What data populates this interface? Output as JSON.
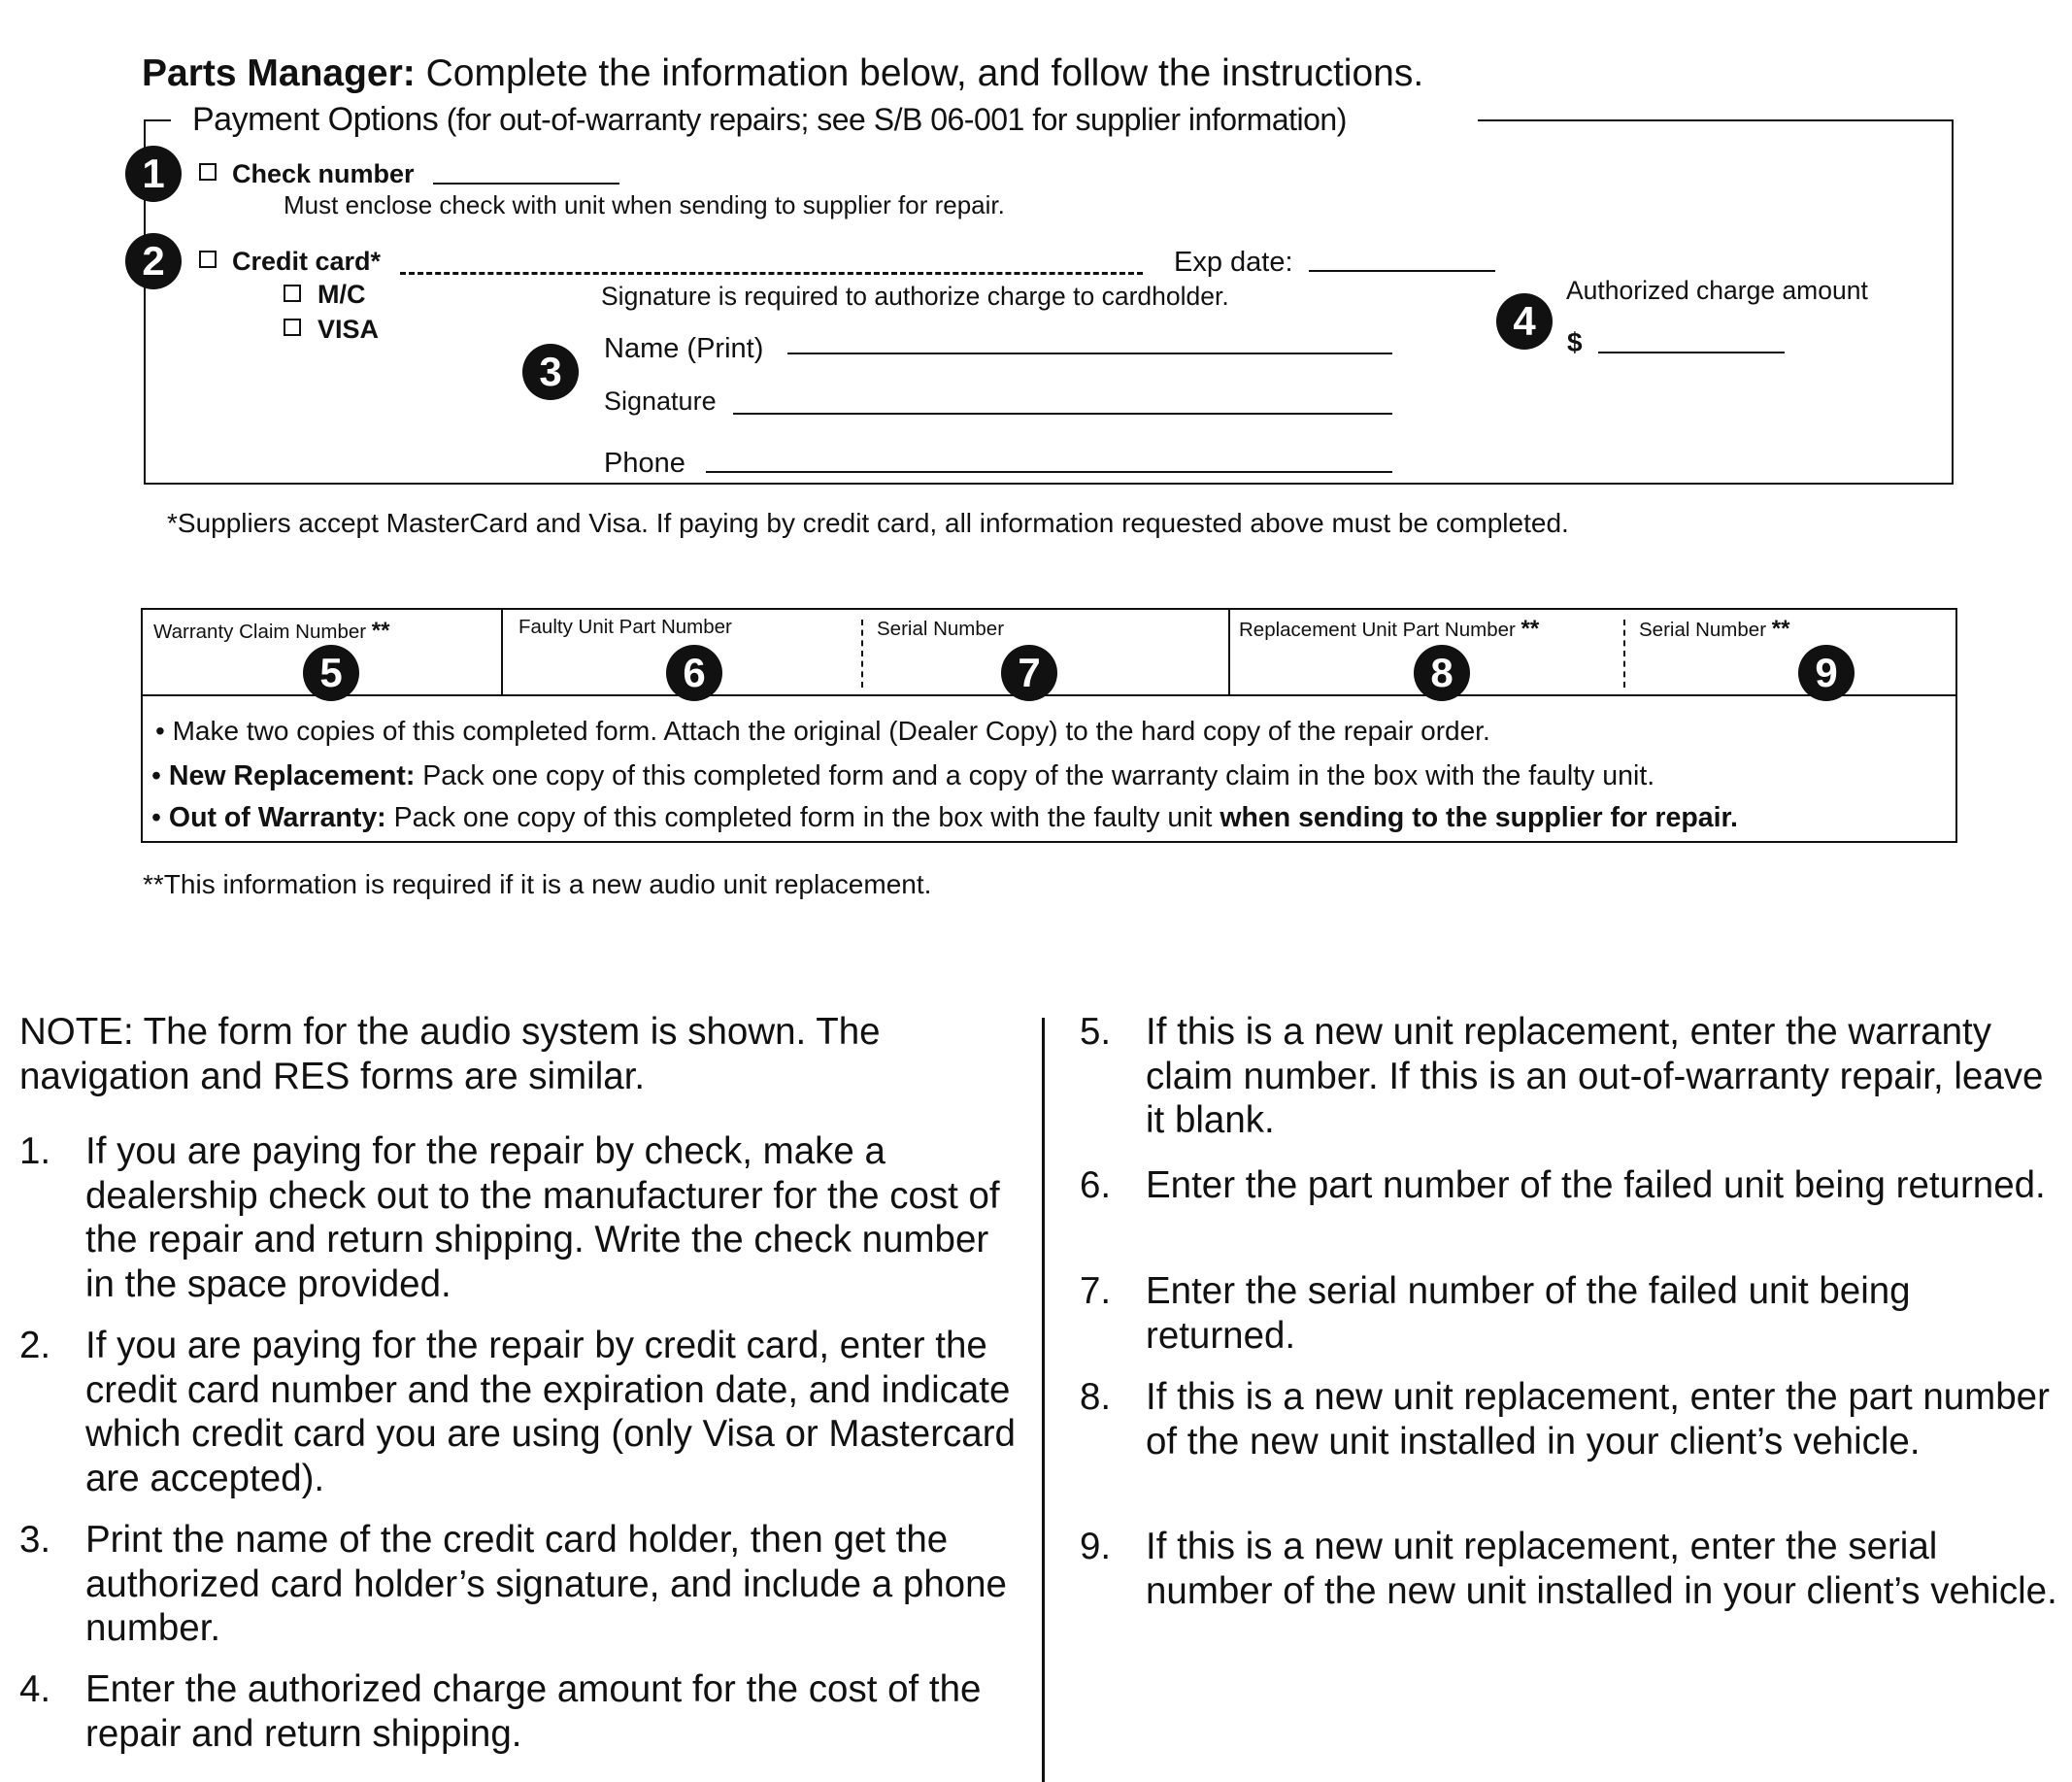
{
  "header": {
    "title_bold": "Parts Manager:",
    "title_rest": " Complete the information below, and follow the instructions."
  },
  "payment": {
    "legend_main": "Payment Options",
    "legend_note": " (for out-of-warranty repairs; see S/B 06-001 for supplier information)",
    "check_label": "Check number",
    "check_note": "Must enclose check with unit when sending to supplier for repair.",
    "credit_label": "Credit card*",
    "exp_label": "Exp date:",
    "mc_label": "M/C",
    "visa_label": "VISA",
    "sig_note": "Signature is required to authorize charge to cardholder.",
    "name_label": "Name (Print)",
    "signature_label": "Signature",
    "phone_label": "Phone",
    "amount_label": "Authorized charge amount",
    "dollar": "$",
    "footnote": "*Suppliers accept MasterCard and Visa. If paying by credit card, all information requested above must be completed."
  },
  "badges": [
    "1",
    "2",
    "3",
    "4",
    "5",
    "6",
    "7",
    "8",
    "9"
  ],
  "claim": {
    "warranty_claim": "Warranty Claim Number",
    "faulty_part": "Faulty Unit Part Number",
    "serial1": "Serial Number",
    "replacement_part": "Replacement Unit Part Number",
    "serial2": "Serial Number",
    "stars": "**",
    "bullet1": "Make two copies of this completed form. Attach the original (Dealer Copy) to the hard copy of the repair order.",
    "bullet2_bold": "New Replacement:",
    "bullet2_rest": " Pack one copy of this completed form and a copy of the warranty claim in the box with the faulty unit.",
    "bullet3_bold": "Out of Warranty:",
    "bullet3_rest": " Pack one copy of this completed form in the box with the faulty unit ",
    "bullet3_tail": "when sending to the supplier for repair.",
    "footnote": "**This information is required if it is a new audio unit replacement."
  },
  "instructions": {
    "note": "NOTE: The form for the audio system is shown. The navigation and RES forms are similar.",
    "left": [
      {
        "num": "1.",
        "text": "If you are paying for the repair by check, make a dealership check out to the manufacturer for the cost of the repair and return shipping. Write the check number in the space provided."
      },
      {
        "num": "2.",
        "text": "If you are paying for the repair by credit card, enter the credit card number and the expiration date, and indicate which credit card you are using (only Visa or Mastercard are accepted)."
      },
      {
        "num": "3.",
        "text": "Print the name of the credit card holder, then get the authorized card holder’s signature, and include a phone number."
      },
      {
        "num": "4.",
        "text": "Enter the authorized charge amount for the cost of the repair and return shipping."
      }
    ],
    "right": [
      {
        "num": "5.",
        "text": "If this is a new unit replacement, enter the warranty claim number. If this is an out-of-warranty repair, leave it blank."
      },
      {
        "num": "6.",
        "text": "Enter the part number of the failed unit being returned."
      },
      {
        "num": "7.",
        "text": "Enter the serial number of the failed unit being returned."
      },
      {
        "num": "8.",
        "text": "If this is a new unit replacement, enter the part number of the new unit installed in your client’s vehicle."
      },
      {
        "num": "9.",
        "text": "If this is a new unit replacement, enter the serial number of the new unit installed in your client’s vehicle."
      }
    ]
  }
}
